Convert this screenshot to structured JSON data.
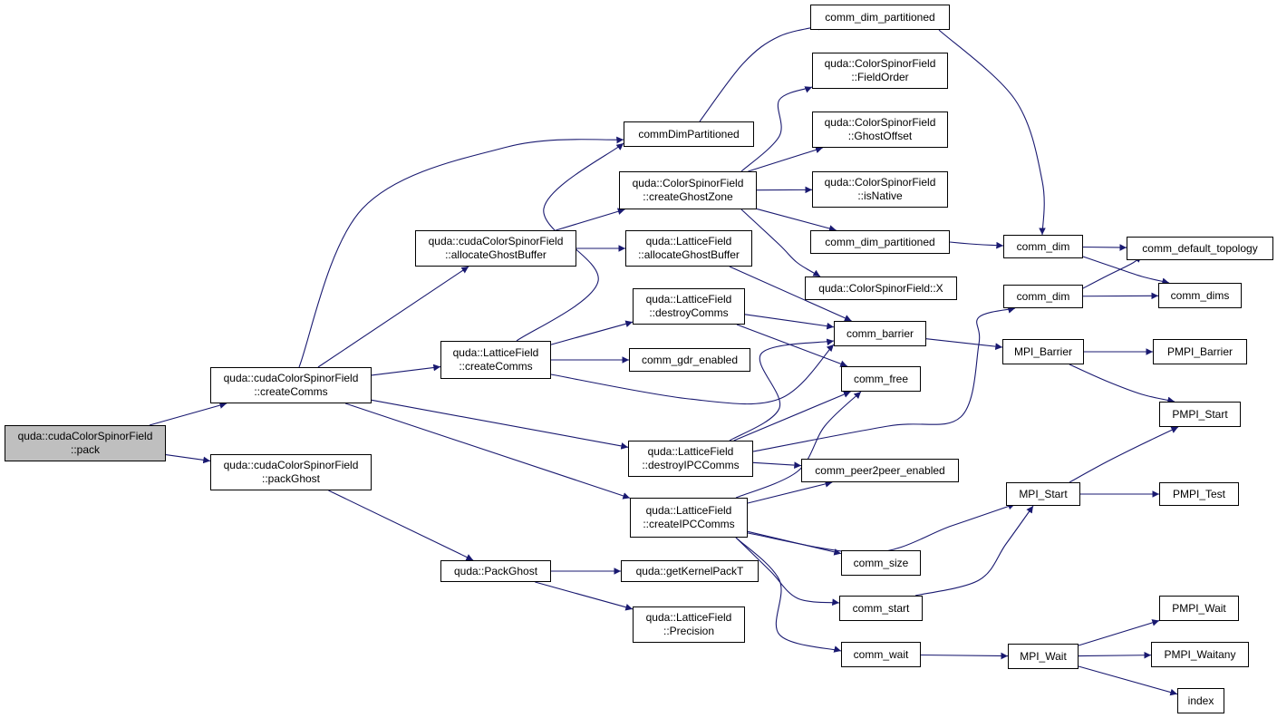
{
  "graph": {
    "edge_color": "#191970",
    "root_fill": "#bfbfbf",
    "nodes": {
      "root": {
        "lines": [
          "quda::cudaColorSpinorField",
          "::pack"
        ],
        "current": true
      },
      "cudaCreateComms": {
        "lines": [
          "quda::cudaColorSpinorField",
          "::createComms"
        ]
      },
      "packGhost": {
        "lines": [
          "quda::cudaColorSpinorField",
          "::packGhost"
        ]
      },
      "allocGhostBufCuda": {
        "lines": [
          "quda::cudaColorSpinorField",
          "::allocateGhostBuffer"
        ]
      },
      "latCreateComms": {
        "lines": [
          "quda::LatticeField",
          "::createComms"
        ]
      },
      "PackGhost": {
        "lines": [
          "quda::PackGhost"
        ]
      },
      "commDimPartitioned": {
        "lines": [
          "commDimPartitioned"
        ]
      },
      "createGhostZone": {
        "lines": [
          "quda::ColorSpinorField",
          "::createGhostZone"
        ]
      },
      "latAllocGhostBuf": {
        "lines": [
          "quda::LatticeField",
          "::allocateGhostBuffer"
        ]
      },
      "destroyComms": {
        "lines": [
          "quda::LatticeField",
          "::destroyComms"
        ]
      },
      "gdrEnabled": {
        "lines": [
          "comm_gdr_enabled"
        ]
      },
      "destroyIPC": {
        "lines": [
          "quda::LatticeField",
          "::destroyIPCComms"
        ]
      },
      "createIPC": {
        "lines": [
          "quda::LatticeField",
          "::createIPCComms"
        ]
      },
      "getKernelPackT": {
        "lines": [
          "quda::getKernelPackT"
        ]
      },
      "precision": {
        "lines": [
          "quda::LatticeField",
          "::Precision"
        ]
      },
      "cdpTop": {
        "lines": [
          "comm_dim_partitioned"
        ]
      },
      "fieldOrder": {
        "lines": [
          "quda::ColorSpinorField",
          "::FieldOrder"
        ]
      },
      "ghostOffset": {
        "lines": [
          "quda::ColorSpinorField",
          "::GhostOffset"
        ]
      },
      "isNative": {
        "lines": [
          "quda::ColorSpinorField",
          "::isNative"
        ]
      },
      "cdpMid": {
        "lines": [
          "comm_dim_partitioned"
        ]
      },
      "csfX": {
        "lines": [
          "quda::ColorSpinorField::X"
        ]
      },
      "barrier": {
        "lines": [
          "comm_barrier"
        ]
      },
      "free": {
        "lines": [
          "comm_free"
        ]
      },
      "p2p": {
        "lines": [
          "comm_peer2peer_enabled"
        ]
      },
      "size": {
        "lines": [
          "comm_size"
        ]
      },
      "start": {
        "lines": [
          "comm_start"
        ]
      },
      "wait": {
        "lines": [
          "comm_wait"
        ]
      },
      "commDim1": {
        "lines": [
          "comm_dim"
        ]
      },
      "commDim2": {
        "lines": [
          "comm_dim"
        ]
      },
      "mpiBarrier": {
        "lines": [
          "MPI_Barrier"
        ]
      },
      "mpiStart": {
        "lines": [
          "MPI_Start"
        ]
      },
      "mpiWait": {
        "lines": [
          "MPI_Wait"
        ]
      },
      "defTopo": {
        "lines": [
          "comm_default_topology"
        ]
      },
      "dims": {
        "lines": [
          "comm_dims"
        ]
      },
      "pmpiBarrier": {
        "lines": [
          "PMPI_Barrier"
        ]
      },
      "pmpiStart": {
        "lines": [
          "PMPI_Start"
        ]
      },
      "pmpiTest": {
        "lines": [
          "PMPI_Test"
        ]
      },
      "pmpiWait": {
        "lines": [
          "PMPI_Wait"
        ]
      },
      "pmpiWaitany": {
        "lines": [
          "PMPI_Waitany"
        ]
      },
      "index": {
        "lines": [
          "index"
        ]
      }
    },
    "edges": [
      [
        "root",
        "cudaCreateComms"
      ],
      [
        "root",
        "packGhost"
      ],
      [
        "cudaCreateComms",
        "commDimPartitioned"
      ],
      [
        "cudaCreateComms",
        "allocGhostBufCuda"
      ],
      [
        "cudaCreateComms",
        "latCreateComms"
      ],
      [
        "cudaCreateComms",
        "destroyIPC"
      ],
      [
        "cudaCreateComms",
        "createIPC"
      ],
      [
        "packGhost",
        "PackGhost"
      ],
      [
        "allocGhostBufCuda",
        "createGhostZone"
      ],
      [
        "allocGhostBufCuda",
        "latAllocGhostBuf"
      ],
      [
        "latCreateComms",
        "commDimPartitioned"
      ],
      [
        "latCreateComms",
        "destroyComms"
      ],
      [
        "latCreateComms",
        "gdrEnabled"
      ],
      [
        "latCreateComms",
        "barrier"
      ],
      [
        "PackGhost",
        "getKernelPackT"
      ],
      [
        "PackGhost",
        "precision"
      ],
      [
        "commDimPartitioned",
        "cdpTop"
      ],
      [
        "createGhostZone",
        "fieldOrder"
      ],
      [
        "createGhostZone",
        "ghostOffset"
      ],
      [
        "createGhostZone",
        "isNative"
      ],
      [
        "createGhostZone",
        "cdpMid"
      ],
      [
        "createGhostZone",
        "csfX"
      ],
      [
        "latAllocGhostBuf",
        "barrier"
      ],
      [
        "destroyComms",
        "barrier"
      ],
      [
        "destroyComms",
        "free"
      ],
      [
        "destroyIPC",
        "barrier"
      ],
      [
        "destroyIPC",
        "free"
      ],
      [
        "destroyIPC",
        "p2p"
      ],
      [
        "destroyIPC",
        "commDim2"
      ],
      [
        "createIPC",
        "free"
      ],
      [
        "createIPC",
        "p2p"
      ],
      [
        "createIPC",
        "mpiStart"
      ],
      [
        "createIPC",
        "size"
      ],
      [
        "createIPC",
        "start"
      ],
      [
        "createIPC",
        "wait"
      ],
      [
        "cdpTop",
        "commDim1"
      ],
      [
        "cdpMid",
        "commDim1"
      ],
      [
        "commDim1",
        "defTopo"
      ],
      [
        "commDim1",
        "dims"
      ],
      [
        "commDim2",
        "defTopo"
      ],
      [
        "commDim2",
        "dims"
      ],
      [
        "barrier",
        "mpiBarrier"
      ],
      [
        "mpiBarrier",
        "pmpiBarrier"
      ],
      [
        "mpiBarrier",
        "pmpiStart"
      ],
      [
        "start",
        "mpiStart"
      ],
      [
        "mpiStart",
        "pmpiStart"
      ],
      [
        "mpiStart",
        "pmpiTest"
      ],
      [
        "wait",
        "mpiWait"
      ],
      [
        "mpiWait",
        "pmpiWait"
      ],
      [
        "mpiWait",
        "pmpiWaitany"
      ],
      [
        "mpiWait",
        "index"
      ]
    ]
  }
}
